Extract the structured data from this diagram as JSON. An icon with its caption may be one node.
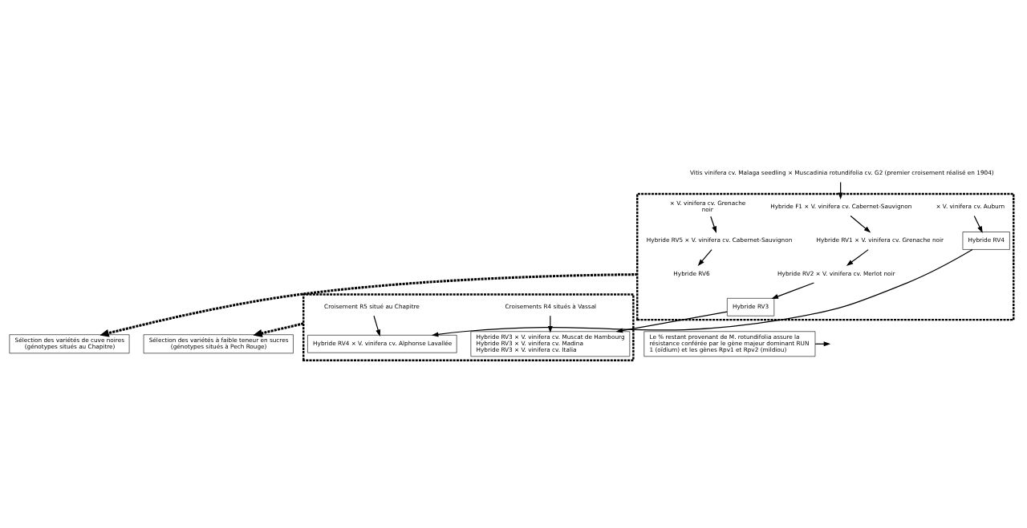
{
  "diagram": {
    "nodes": [
      {
        "text": [
          "Vitis vinifera cv. Malaga seedling × Muscadinia rotundifolia cv. G2 (premier croisement réalisé en 1904)"
        ]
      },
      {
        "text": [],
        "shape": "box"
      },
      {
        "text": [
          "Hybride F1 × V. vinifera cv. Cabernet-Sauvignon"
        ],
        "in": 1
      },
      {
        "text": [
          "Hybride RV1 × V. vinifera cv. Grenache noir"
        ],
        "in": 1
      },
      {
        "text": [
          "Hybride RV2 × V. vinifera cv. Merlot noir"
        ],
        "in": 1
      },
      {
        "text": [
          "Hybride RV3"
        ],
        "in": 1
      },
      {
        "text": [
          "× V. vinifera cv. Auburn"
        ],
        "in": 1
      },
      {
        "text": [
          "Hybride RV4"
        ],
        "in": 1
      },
      {
        "text": [
          "× V. vinifera cv. Grenache",
          "noir"
        ],
        "in": 1
      },
      {
        "text": [
          "Hybride RV5 × V. vinifera cv. Cabernet-Sauvignon"
        ],
        "in": 1
      },
      {
        "text": [
          "Hybride RV6"
        ],
        "in": 1
      },
      {
        "text": [],
        "shape": "box"
      },
      {
        "text": [
          "Croisements R4 situés à Vassal"
        ],
        "in": 11
      },
      {
        "text": [
          "Hybride RV3 × V. vinifera cv. Muscat de Hambourg",
          "Hybride RV3 × V. vinifera cv. Madina",
          "Hybride RV3 × V. vinifera cv. Italia"
        ],
        "in": 11
      },
      {
        "text": [
          "Hybride RV4 × V. vinifera cv. Alphonse Lavallée"
        ],
        "in": 11
      },
      {
        "text": [
          "Croisement R5 situé au Chapitre"
        ],
        "in": 11
      },
      {
        "text": [
          "Sélection des variétés à faible teneur en sucres (génotypes situés à Pech Rouge)"
        ]
      },
      {
        "text": [
          "Sélection des variétés de cuve noires (génotypes situés au Chapitre)"
        ]
      },
      {
        "text": [
          "Le % restant provenant de M. rotundifolia assure la résistance conférée par le gène majeur dominant RUN 1 (oïdium) et les gènes Rpv1 et Rpv2 (mildiou)"
        ]
      }
    ],
    "edges": [
      {
        "from": 0,
        "to": 2,
        "arrow": "to"
      },
      {
        "from": 2,
        "to": 3,
        "arrow": "to"
      },
      {
        "from": 3,
        "to": 4,
        "arrow": "to"
      },
      {
        "from": 4,
        "to": 5,
        "arrow": "to"
      },
      {
        "from": 6,
        "to": 7,
        "arrow": "to"
      },
      {
        "from": 8,
        "to": 9,
        "arrow": "to"
      },
      {
        "from": 9,
        "to": 10,
        "arrow": "to"
      },
      {
        "from": 5,
        "to": 13,
        "arrow": "to"
      },
      {
        "from": 7,
        "to": 14,
        "arrow": "to"
      },
      {
        "from": 12,
        "to": 13,
        "arrow": "to"
      },
      {
        "from": 15,
        "to": 14,
        "arrow": "to"
      },
      {
        "from": 11,
        "to": 16,
        "arrow": "to",
        "style": "dashed"
      },
      {
        "from": 1,
        "to": 17,
        "arrow": "to",
        "style": "dashed"
      },
      {
        "from": 18,
        "to": null,
        "arrow": "to"
      }
    ]
  }
}
